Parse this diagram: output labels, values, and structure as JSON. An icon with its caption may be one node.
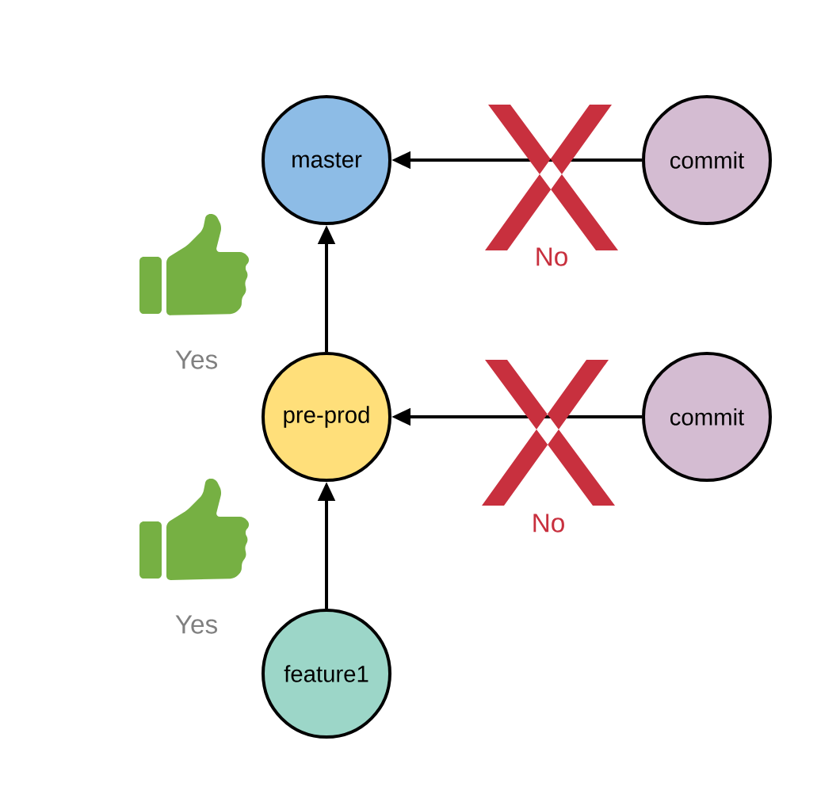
{
  "diagram": {
    "nodes": [
      {
        "text": [
          "master"
        ]
      },
      {
        "text": [
          "commit"
        ]
      },
      {
        "text": [
          "pre-prod"
        ]
      },
      {
        "text": [
          "commit"
        ]
      },
      {
        "text": [
          "feature1"
        ]
      }
    ],
    "edges": [
      {
        "from": 1,
        "to": 0,
        "arrow": "to"
      },
      {
        "from": 2,
        "to": 0,
        "arrow": "to"
      },
      {
        "from": 3,
        "to": 2,
        "arrow": "to"
      },
      {
        "from": 4,
        "to": 2,
        "arrow": "to"
      }
    ],
    "labels": [
      "No",
      "Yes",
      "No",
      "Yes"
    ]
  }
}
